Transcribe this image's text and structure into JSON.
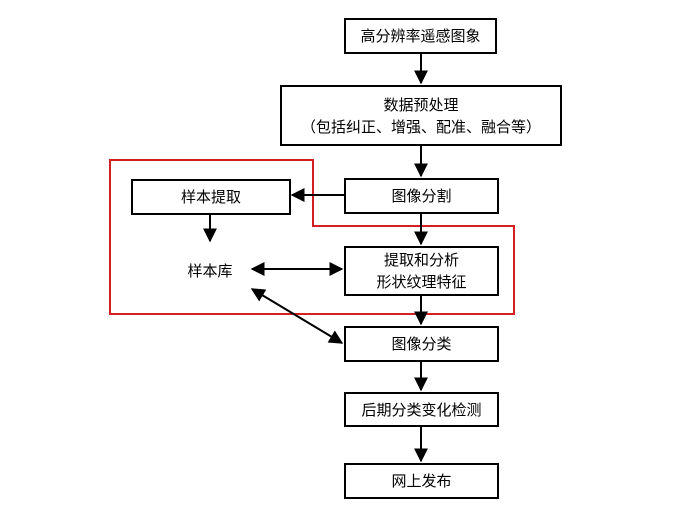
{
  "nodes": {
    "hires": "高分辨率遥感图象",
    "preprocess": "数据预处理",
    "preprocess_detail": "（包括纠正、增强、配准、融合等）",
    "segment": "图像分割",
    "sample_extract": "样本提取",
    "sample_lib": "样本库",
    "feature_1": "提取和分析",
    "feature_2": "形状纹理特征",
    "classify": "图像分类",
    "change_detect": "后期分类变化检测",
    "publish": "网上发布"
  },
  "colors": {
    "line": "#000000",
    "highlight": "#d42020",
    "box_fill": "#ffffff"
  }
}
